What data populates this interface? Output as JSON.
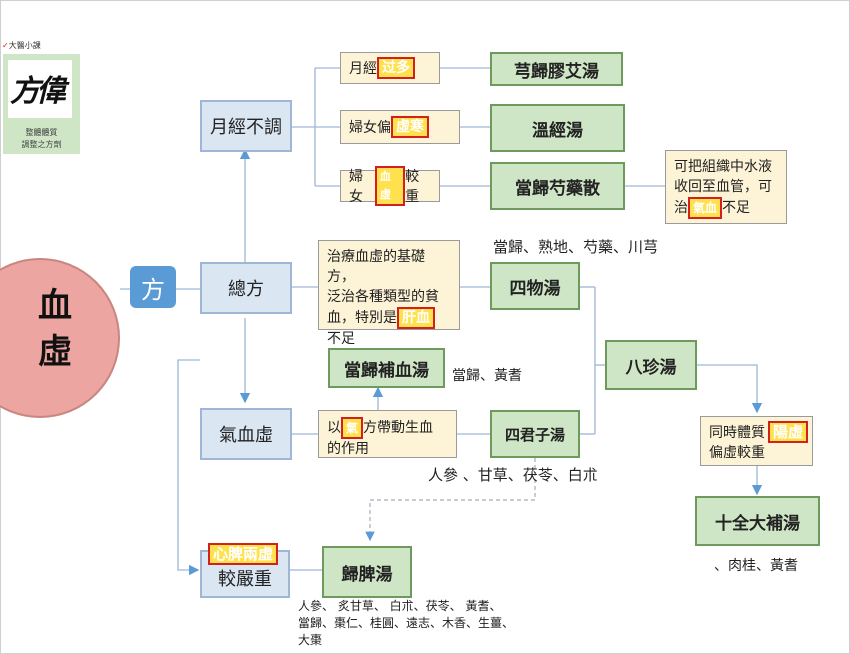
{
  "header": {
    "tag": "大醫小課"
  },
  "logo": {
    "glyph": "方偉",
    "caption1": "整體體質",
    "caption2": "調整之方劑"
  },
  "center": {
    "label": "血虛"
  },
  "fang_button": {
    "label": "方"
  },
  "nodes": {
    "yuejing": "月經不調",
    "zongfang": "總方",
    "qixuexu": "氣血虛",
    "jiaoyanzhong": "較嚴重"
  },
  "notes": {
    "n1": {
      "prefix": "月經",
      "highlight": "过多"
    },
    "n2": {
      "prefix": "婦女偏",
      "highlight": "虛寒"
    },
    "n3": {
      "prefix": "婦女",
      "highlight": "血虛",
      "suffix": "較重"
    },
    "n4": {
      "line1": "可把組織中水液",
      "line2": "收回至血管，可",
      "line3_prefix": "治",
      "line3_highlight": "氣血",
      "line3_suffix": "不足"
    },
    "n5": {
      "line1": "治療血虛的基礎方，",
      "line2": "泛治各種類型的貧",
      "line3_prefix": "血，特別是",
      "line3_highlight": "肝血",
      "line4": "不足"
    },
    "n6": {
      "prefix": "以",
      "highlight": "氣",
      "rest": "方帶動生血",
      "line2": "的作用"
    },
    "n7": {
      "line1": "同時體質",
      "line2": "偏虛較重",
      "highlight": "陽虛"
    },
    "xinpi": {
      "highlight": "心脾兩虛"
    }
  },
  "formulas": {
    "f1": "芎歸膠艾湯",
    "f2": "溫經湯",
    "f3": "當歸芍藥散",
    "f4": "四物湯",
    "f5": "當歸補血湯",
    "f6": "四君子湯",
    "f7": "八珍湯",
    "f8": "十全大補湯",
    "f9": "歸脾湯"
  },
  "ingredients": {
    "siwu": "當歸、熟地、芍藥、川芎",
    "buxue": "當歸、黃耆",
    "sijunzi": "人參 、甘草、茯苓、白朮",
    "shiquan": "、肉桂、黃耆",
    "guipi_1": "人參、 炙甘草、 白朮、茯苓、 黃耆、",
    "guipi_2": "當歸、棗仁、桂圓、遠志、木香、生薑、",
    "guipi_3": "大棗"
  }
}
